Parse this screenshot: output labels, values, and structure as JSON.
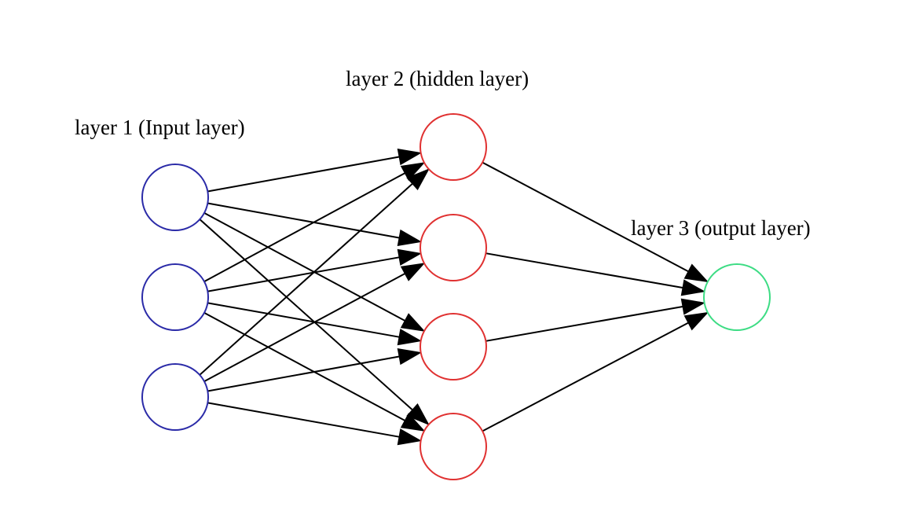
{
  "layers": [
    {
      "id": "input",
      "label": "layer 1 (Input layer)",
      "node_count": 3,
      "color": "#2b2ba8"
    },
    {
      "id": "hidden",
      "label": "layer 2 (hidden layer)",
      "node_count": 4,
      "color": "#e03131"
    },
    {
      "id": "output",
      "label": "layer 3 (output layer)",
      "node_count": 1,
      "color": "#3ddc84"
    }
  ],
  "connections": [
    {
      "from_layer": 0,
      "to_layer": 1,
      "type": "fully-connected"
    },
    {
      "from_layer": 1,
      "to_layer": 2,
      "type": "fully-connected"
    }
  ],
  "edge_color": "#000000",
  "background": "#ffffff"
}
